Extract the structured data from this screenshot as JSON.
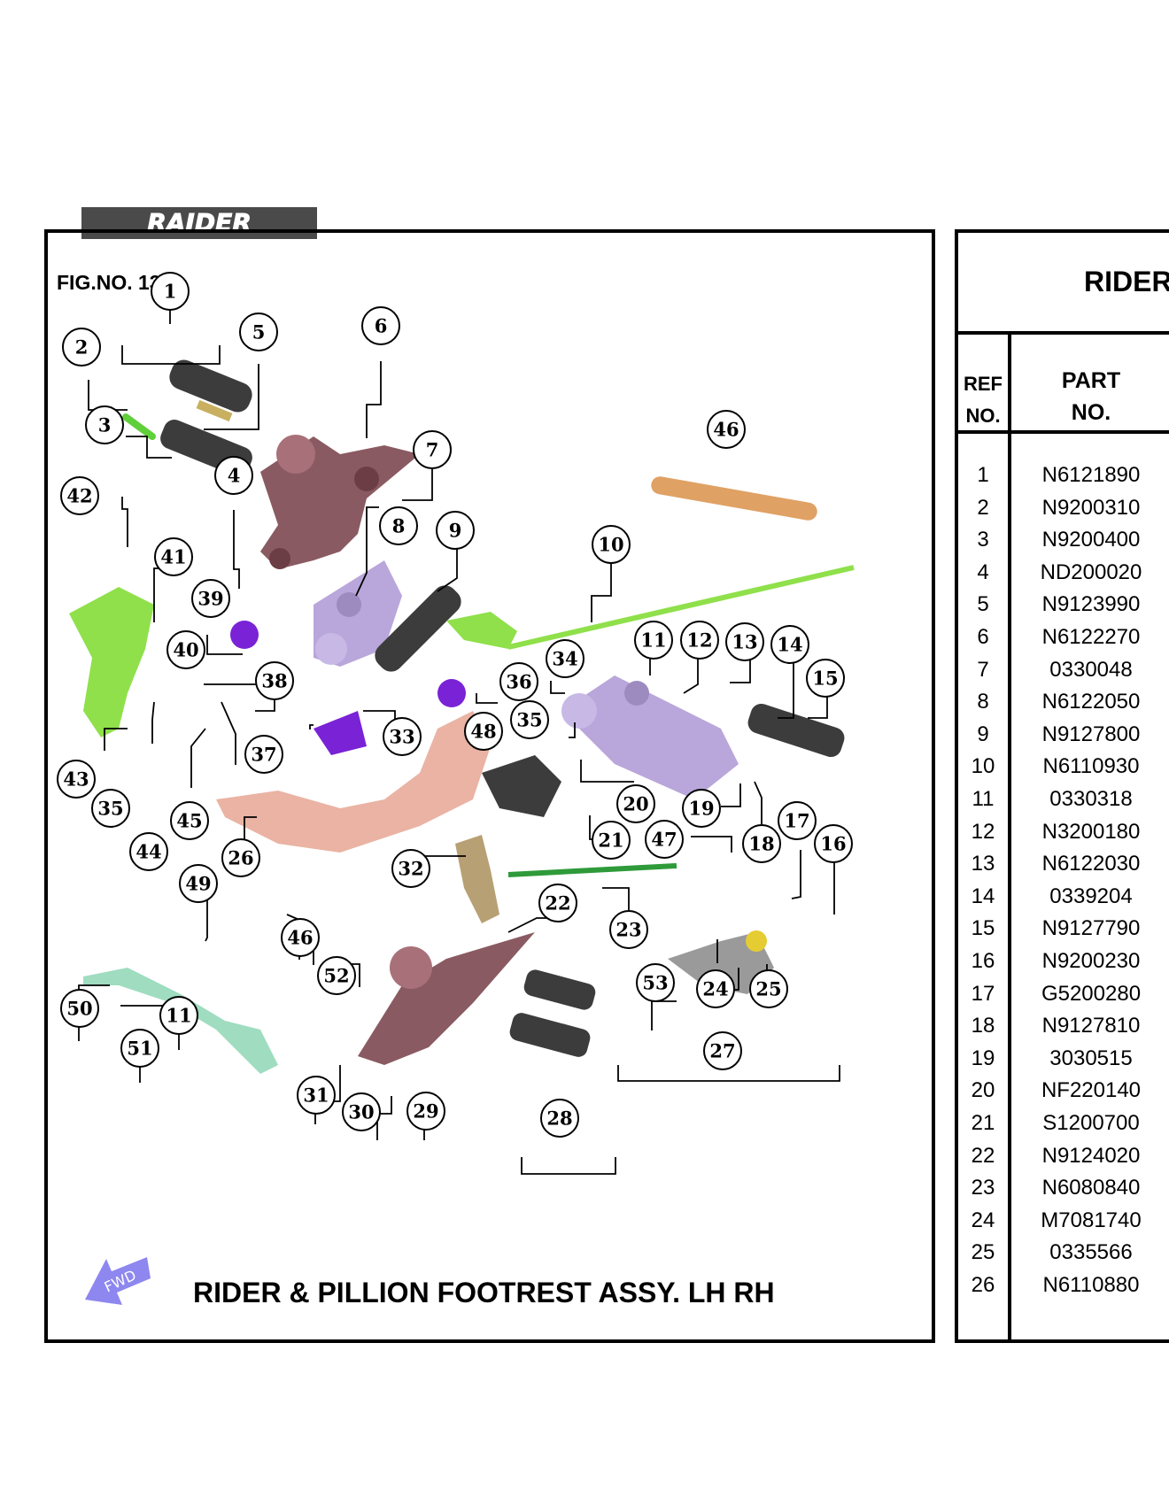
{
  "brand": {
    "logo_text": "RAIDER"
  },
  "figure": {
    "fig_no": "FIG.NO. 13",
    "title": "RIDER & PILLION FOOTREST ASSY. LH RH",
    "fwd_label": "FWD"
  },
  "table": {
    "title": "RIDER",
    "header_ref": [
      "REF",
      "NO."
    ],
    "header_part": [
      "PART",
      "NO."
    ],
    "rows": [
      {
        "ref": "1",
        "part": "N6121890"
      },
      {
        "ref": "2",
        "part": "N9200310"
      },
      {
        "ref": "3",
        "part": "N9200400"
      },
      {
        "ref": "4",
        "part": "ND200020"
      },
      {
        "ref": "5",
        "part": "N9123990"
      },
      {
        "ref": "6",
        "part": "N6122270"
      },
      {
        "ref": "7",
        "part": "0330048"
      },
      {
        "ref": "8",
        "part": "N6122050"
      },
      {
        "ref": "9",
        "part": "N9127800"
      },
      {
        "ref": "10",
        "part": "N6110930"
      },
      {
        "ref": "11",
        "part": "0330318"
      },
      {
        "ref": "12",
        "part": "N3200180"
      },
      {
        "ref": "13",
        "part": "N6122030"
      },
      {
        "ref": "14",
        "part": "0339204"
      },
      {
        "ref": "15",
        "part": "N9127790"
      },
      {
        "ref": "16",
        "part": "N9200230"
      },
      {
        "ref": "17",
        "part": "G5200280"
      },
      {
        "ref": "18",
        "part": "N9127810"
      },
      {
        "ref": "19",
        "part": "3030515"
      },
      {
        "ref": "20",
        "part": "NF220140"
      },
      {
        "ref": "21",
        "part": "S1200700"
      },
      {
        "ref": "22",
        "part": "N9124020"
      },
      {
        "ref": "23",
        "part": "N6080840"
      },
      {
        "ref": "24",
        "part": "M7081740"
      },
      {
        "ref": "25",
        "part": "0335566"
      },
      {
        "ref": "26",
        "part": "N6110880"
      }
    ]
  },
  "callouts": [
    "1",
    "2",
    "3",
    "4",
    "5",
    "6",
    "7",
    "8",
    "9",
    "10",
    "11",
    "12",
    "13",
    "14",
    "15",
    "16",
    "17",
    "18",
    "19",
    "20",
    "21",
    "22",
    "23",
    "24",
    "25",
    "26",
    "27",
    "28",
    "29",
    "30",
    "31",
    "32",
    "33",
    "34",
    "35",
    "35",
    "36",
    "37",
    "38",
    "39",
    "40",
    "41",
    "42",
    "43",
    "44",
    "45",
    "46",
    "46",
    "47",
    "48",
    "49",
    "50",
    "11",
    "51",
    "52",
    "53"
  ],
  "colors": {
    "bracket_maroon": "#8a5a62",
    "hanger_lavender": "#b9a6da",
    "lever_green": "#8fe04a",
    "pedal_pink": "#eab3a3",
    "spring_orange": "#e0a164",
    "grip_dark": "#3c3c3c",
    "mint_bar": "#9fdcc0",
    "purple_part": "#7a22d6",
    "brass_part": "#b7a074",
    "fwd_arrow": "#8d87ef"
  }
}
